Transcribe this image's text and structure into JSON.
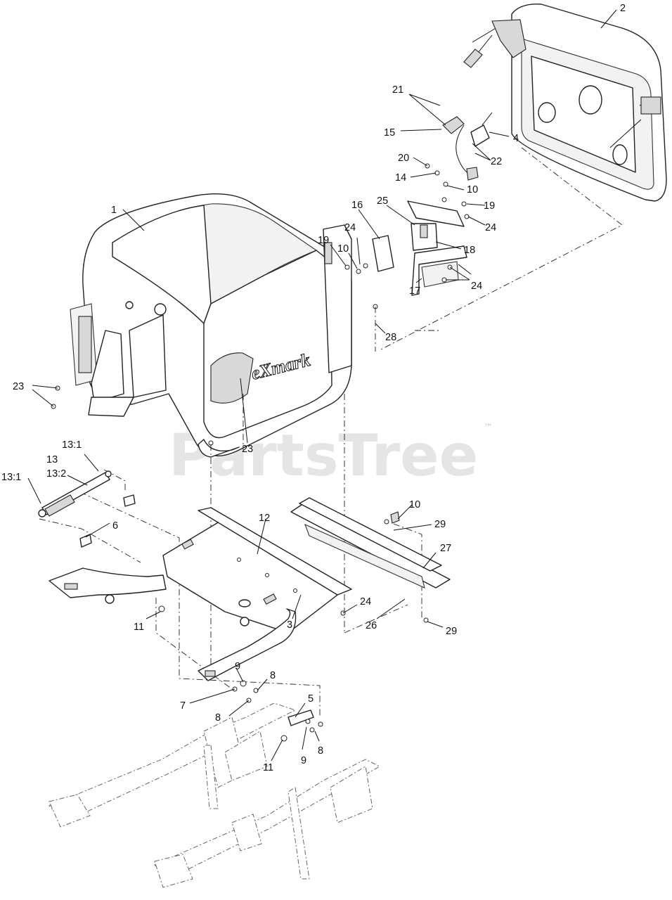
{
  "diagram": {
    "brand_logo": "eXmark"
  },
  "watermark": {
    "text": "PartsTree",
    "mark": "™"
  },
  "callouts": {
    "c1": "1",
    "c2": "2",
    "c3": "3",
    "c4": "4",
    "c5": "5",
    "c6": "6",
    "c7": "7",
    "c8": "8",
    "c9": "9",
    "c10": "10",
    "c11": "11",
    "c12": "12",
    "c13": "13",
    "c13_1": "13:1",
    "c13_2": "13:2",
    "c14": "14",
    "c15": "15",
    "c16": "16",
    "c17": "17",
    "c18": "18",
    "c19": "19",
    "c20": "20",
    "c21": "21",
    "c22": "22",
    "c23": "23",
    "c24": "24",
    "c25": "25",
    "c26": "26",
    "c27": "27",
    "c28": "28",
    "c29": "29"
  },
  "colors": {
    "line": "#222222",
    "watermark": "#d4d4d4",
    "background": "#ffffff"
  }
}
